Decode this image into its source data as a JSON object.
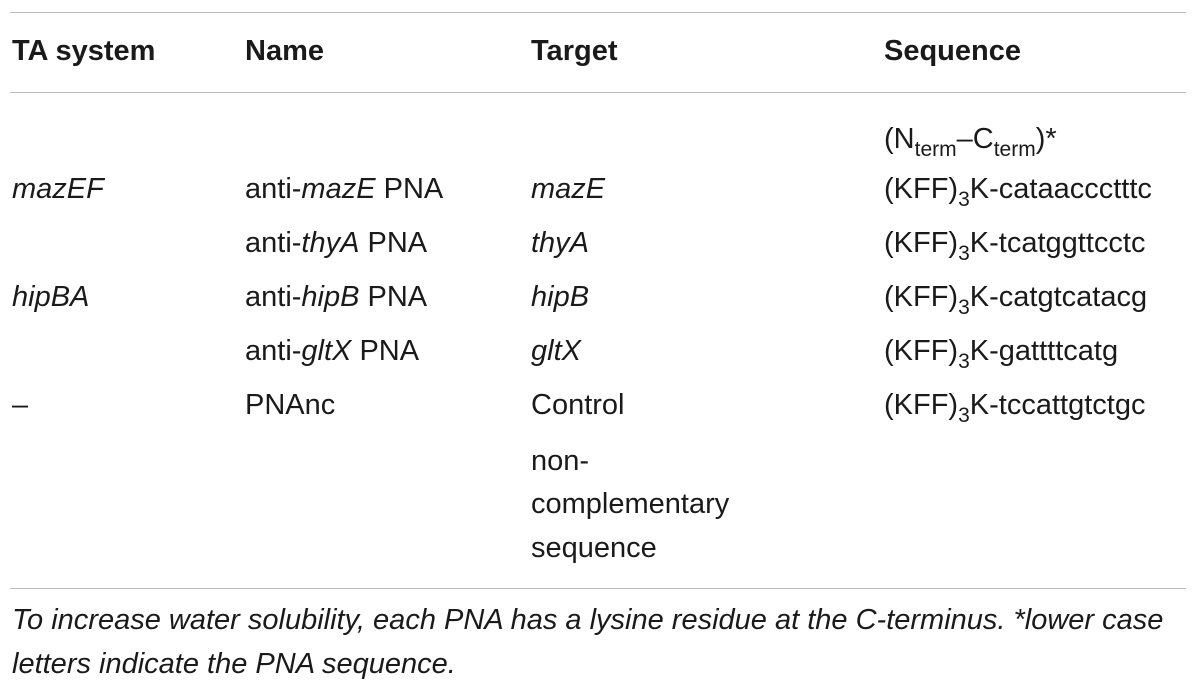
{
  "table": {
    "headers": [
      "TA system",
      "Name",
      "Target",
      "Sequence"
    ],
    "sequence_note": {
      "prefix": "(N",
      "sub1": "term",
      "mid": "–C",
      "sub2": "term",
      "suffix": ")*"
    },
    "rows": [
      {
        "ta_system": "mazEF",
        "name_prefix": "anti-",
        "name_gene": "mazE",
        "name_suffix": " PNA",
        "target": "mazE",
        "seq_prefix": "(KFF)",
        "seq_sub": "3",
        "seq_suffix": "K-cataaccctttc"
      },
      {
        "ta_system": "",
        "name_prefix": "anti-",
        "name_gene": "thyA",
        "name_suffix": " PNA",
        "target": "thyA",
        "seq_prefix": "(KFF)",
        "seq_sub": "3",
        "seq_suffix": "K-tcatggttcctc"
      },
      {
        "ta_system": "hipBA",
        "name_prefix": "anti-",
        "name_gene": "hipB",
        "name_suffix": " PNA",
        "target": "hipB",
        "seq_prefix": "(KFF)",
        "seq_sub": "3",
        "seq_suffix": "K-catgtcatacg"
      },
      {
        "ta_system": "",
        "name_prefix": "anti-",
        "name_gene": "gltX",
        "name_suffix": " PNA",
        "target": "gltX",
        "seq_prefix": "(KFF)",
        "seq_sub": "3",
        "seq_suffix": "K-gattttcatg"
      },
      {
        "ta_system": "–",
        "name_plain": "PNAnc",
        "target": "Control",
        "seq_prefix": "(KFF)",
        "seq_sub": "3",
        "seq_suffix": "K-tccattgtctgc"
      }
    ],
    "control_continuation": [
      "non-",
      "complementary",
      "sequence"
    ]
  },
  "footnote": "To increase water solubility, each PNA has a lysine residue at the C-terminus. *lower case letters indicate the PNA sequence."
}
